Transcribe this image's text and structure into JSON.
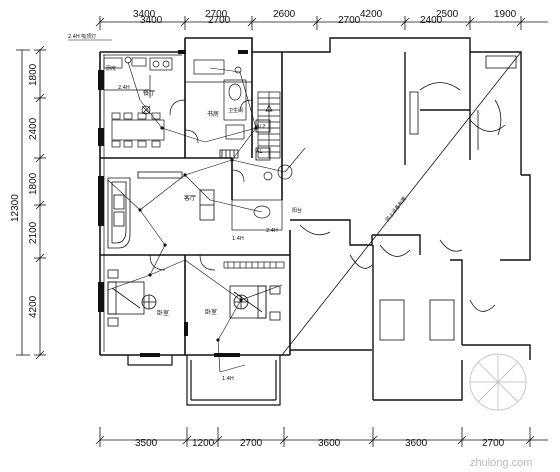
{
  "dimensions": {
    "top": [
      "3400",
      "2700",
      "2600",
      "4200",
      "2500",
      "1900"
    ],
    "top_overlap": [
      "3400",
      "2700",
      "2700",
      "2400"
    ],
    "bottom": [
      "3500",
      "1200",
      "2700",
      "3600",
      "3600",
      "2700"
    ],
    "left": [
      "1800",
      "2400",
      "1800",
      "2100",
      "4200"
    ],
    "left_total": "12300"
  },
  "labels": {
    "legend_top": "2.4H 吸顶灯",
    "kitchen_tag": "厨房",
    "bath": "卫生间",
    "dining": "餐厅",
    "study": "书房",
    "living": "客厅",
    "bedroom_left": "卧室",
    "bedroom_right": "卧室",
    "balcony_right": "阳台",
    "diagonal_note": "同上设备布置",
    "box_al": "AL",
    "box_al2": "AL2",
    "h1": "2.4H",
    "h2": "1.4H",
    "h3": "1.4H",
    "h4": "2.4H"
  },
  "watermark": "zhulong.com"
}
